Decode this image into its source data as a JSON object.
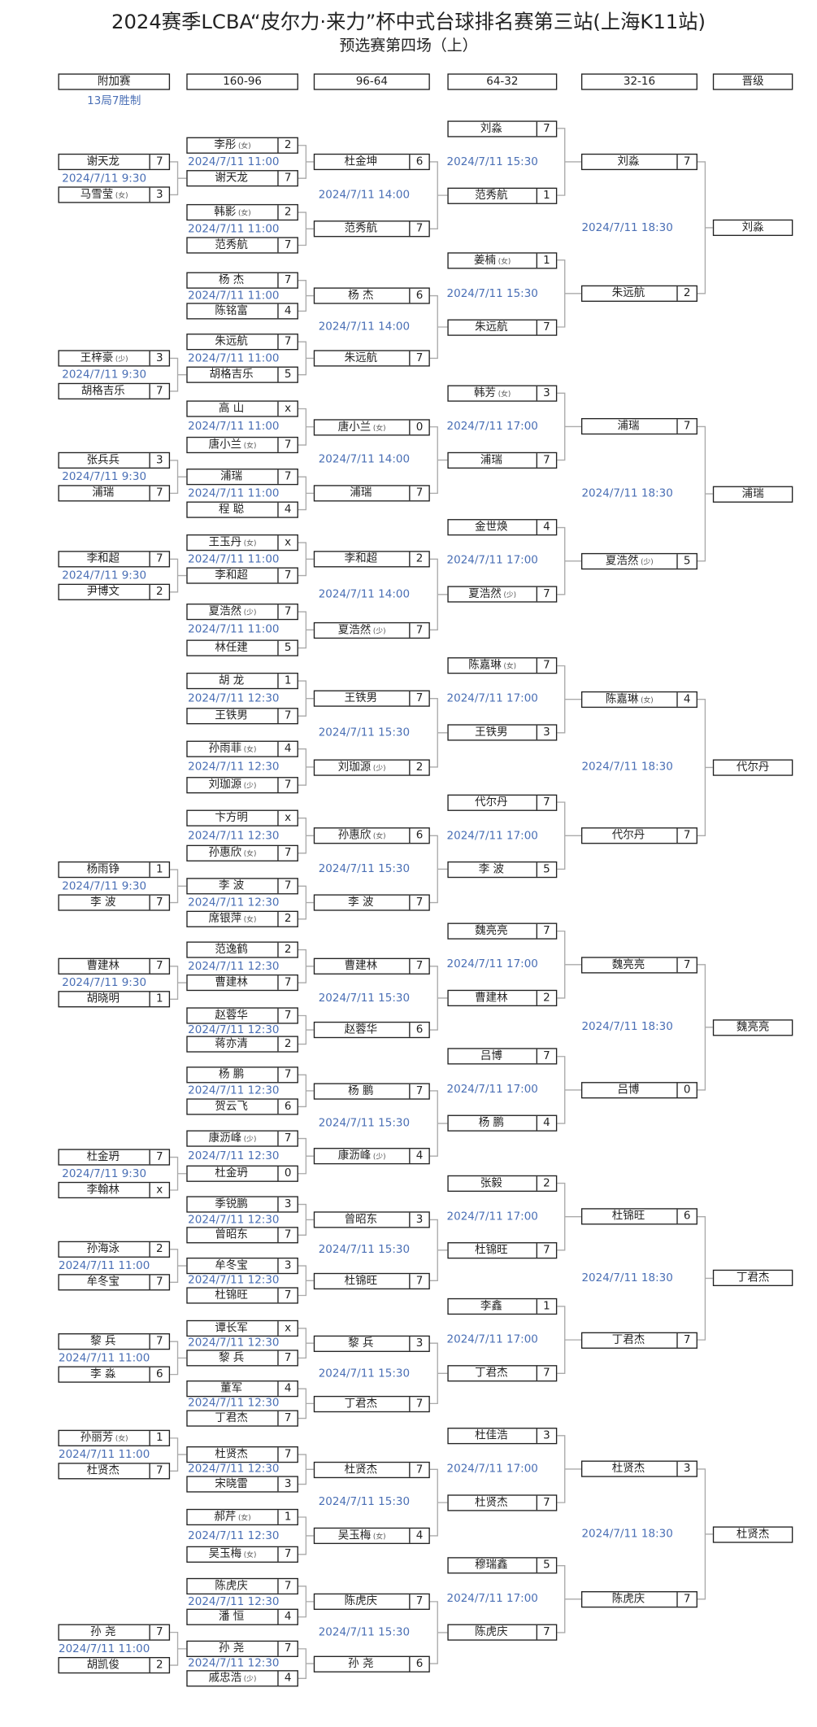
{
  "title": "2024赛季LCBA“皮尔力·来力”杯中式台球排名赛第三站(上海K11站)",
  "subtitle": "预选赛第四场（上）",
  "headers": [
    "附加赛",
    "160-96",
    "96-64",
    "64-32",
    "32-16",
    "晋级"
  ],
  "format_note": "13局7胜制",
  "playoff": [
    {
      "time": "2024/7/11 9:30",
      "p": [
        {
          "name": "谢天龙",
          "score": "7"
        },
        {
          "name": "马雪莹",
          "tag": "(女)",
          "score": "3"
        }
      ]
    },
    {
      "time": "2024/7/11 9:30",
      "p": [
        {
          "name": "王梓豪",
          "tag": "(少)",
          "score": "3"
        },
        {
          "name": "胡格吉乐",
          "score": "7"
        }
      ]
    },
    {
      "time": "2024/7/11 9:30",
      "p": [
        {
          "name": "张兵兵",
          "score": "3"
        },
        {
          "name": "浦瑞",
          "score": "7"
        }
      ]
    },
    {
      "time": "2024/7/11 9:30",
      "p": [
        {
          "name": "李和超",
          "score": "7"
        },
        {
          "name": "尹博文",
          "score": "2"
        }
      ]
    },
    {
      "time": "2024/7/11 9:30",
      "p": [
        {
          "name": "杨雨铮",
          "score": "1"
        },
        {
          "name": "李 波",
          "score": "7"
        }
      ]
    },
    {
      "time": "2024/7/11 9:30",
      "p": [
        {
          "name": "曹建林",
          "score": "7"
        },
        {
          "name": "胡晓明",
          "score": "1"
        }
      ]
    },
    {
      "time": "2024/7/11 9:30",
      "p": [
        {
          "name": "杜金玬",
          "score": "7"
        },
        {
          "name": "李翰林",
          "score": "x"
        }
      ]
    },
    {
      "time": "2024/7/11 11:00",
      "p": [
        {
          "name": "孙海泳",
          "score": "2"
        },
        {
          "name": "牟冬宝",
          "score": "7"
        }
      ]
    },
    {
      "time": "2024/7/11 11:00",
      "p": [
        {
          "name": "黎 兵",
          "score": "7"
        },
        {
          "name": "李 淼",
          "score": "6"
        }
      ]
    },
    {
      "time": "2024/7/11 11:00",
      "p": [
        {
          "name": "孙丽芳",
          "tag": "(女)",
          "score": "1"
        },
        {
          "name": "杜贤杰",
          "score": "7"
        }
      ]
    },
    {
      "time": "2024/7/11 11:00",
      "p": [
        {
          "name": "孙 尧",
          "score": "7"
        },
        {
          "name": "胡凯俊",
          "score": "2"
        }
      ]
    }
  ],
  "r160": [
    {
      "time": "2024/7/11 11:00",
      "p": [
        {
          "name": "李彤",
          "tag": "(女)",
          "score": "2"
        },
        {
          "name": "谢天龙",
          "score": "7"
        }
      ]
    },
    {
      "time": "2024/7/11 11:00",
      "p": [
        {
          "name": "韩影",
          "tag": "(女)",
          "score": "2"
        },
        {
          "name": "范秀航",
          "score": "7"
        }
      ]
    },
    {
      "time": "2024/7/11 11:00",
      "p": [
        {
          "name": "杨 杰",
          "score": "7"
        },
        {
          "name": "陈铭富",
          "score": "4"
        }
      ]
    },
    {
      "time": "2024/7/11 11:00",
      "p": [
        {
          "name": "朱远航",
          "score": "7"
        },
        {
          "name": "胡格吉乐",
          "score": "5"
        }
      ]
    },
    {
      "time": "2024/7/11 11:00",
      "p": [
        {
          "name": "高 山",
          "score": "x"
        },
        {
          "name": "唐小兰",
          "tag": "(女)",
          "score": "7"
        }
      ]
    },
    {
      "time": "2024/7/11 11:00",
      "p": [
        {
          "name": "浦瑞",
          "score": "7"
        },
        {
          "name": "程 聪",
          "score": "4"
        }
      ]
    },
    {
      "time": "2024/7/11 11:00",
      "p": [
        {
          "name": "王玉丹",
          "tag": "(女)",
          "score": "x"
        },
        {
          "name": "李和超",
          "score": "7"
        }
      ]
    },
    {
      "time": "2024/7/11 11:00",
      "p": [
        {
          "name": "夏浩然",
          "tag": "(少)",
          "score": "7"
        },
        {
          "name": "林任建",
          "score": "5"
        }
      ]
    },
    {
      "time": "2024/7/11 12:30",
      "p": [
        {
          "name": "胡 龙",
          "score": "1"
        },
        {
          "name": "王铁男",
          "score": "7"
        }
      ]
    },
    {
      "time": "2024/7/11 12:30",
      "p": [
        {
          "name": "孙雨菲",
          "tag": "(女)",
          "score": "4"
        },
        {
          "name": "刘珈源",
          "tag": "(少)",
          "score": "7"
        }
      ]
    },
    {
      "time": "2024/7/11 12:30",
      "p": [
        {
          "name": "卞方明",
          "score": "x"
        },
        {
          "name": "孙惠欣",
          "tag": "(女)",
          "score": "7"
        }
      ]
    },
    {
      "time": "2024/7/11 12:30",
      "p": [
        {
          "name": "李 波",
          "score": "7"
        },
        {
          "name": "席银萍",
          "tag": "(女)",
          "score": "2"
        }
      ]
    },
    {
      "time": "2024/7/11 12:30",
      "p": [
        {
          "name": "范逸鹤",
          "score": "2"
        },
        {
          "name": "曹建林",
          "score": "7"
        }
      ]
    },
    {
      "time": "2024/7/11 12:30",
      "p": [
        {
          "name": "赵蓉华",
          "score": "7"
        },
        {
          "name": "蒋亦清",
          "score": "2"
        }
      ]
    },
    {
      "time": "2024/7/11 12:30",
      "p": [
        {
          "name": "杨 鹏",
          "score": "7"
        },
        {
          "name": "贺云飞",
          "score": "6"
        }
      ]
    },
    {
      "time": "2024/7/11 12:30",
      "p": [
        {
          "name": "康沥峰",
          "tag": "(少)",
          "score": "7"
        },
        {
          "name": "杜金玬",
          "score": "0"
        }
      ]
    },
    {
      "time": "2024/7/11 12:30",
      "p": [
        {
          "name": "季锐鹏",
          "score": "3"
        },
        {
          "name": "曾昭东",
          "score": "7"
        }
      ]
    },
    {
      "time": "2024/7/11 12:30",
      "p": [
        {
          "name": "牟冬宝",
          "score": "3"
        },
        {
          "name": "杜锦旺",
          "score": "7"
        }
      ]
    },
    {
      "time": "2024/7/11 12:30",
      "p": [
        {
          "name": "谭长军",
          "score": "x"
        },
        {
          "name": "黎 兵",
          "score": "7"
        }
      ]
    },
    {
      "time": "2024/7/11 12:30",
      "p": [
        {
          "name": "董军",
          "score": "4"
        },
        {
          "name": "丁君杰",
          "score": "7"
        }
      ]
    },
    {
      "time": "2024/7/11 12:30",
      "p": [
        {
          "name": "杜贤杰",
          "score": "7"
        },
        {
          "name": "宋晓雷",
          "score": "3"
        }
      ]
    },
    {
      "time": "2024/7/11 12:30",
      "p": [
        {
          "name": "郝芹",
          "tag": "(女)",
          "score": "1"
        },
        {
          "name": "吴玉梅",
          "tag": "(女)",
          "score": "7"
        }
      ]
    },
    {
      "time": "2024/7/11 12:30",
      "p": [
        {
          "name": "陈虎庆",
          "score": "7"
        },
        {
          "name": "潘 恒",
          "score": "4"
        }
      ]
    },
    {
      "time": "2024/7/11 12:30",
      "p": [
        {
          "name": "孙 尧",
          "score": "7"
        },
        {
          "name": "戚忠浩",
          "tag": "(少)",
          "score": "4"
        }
      ]
    }
  ],
  "r96": [
    {
      "time": "2024/7/11 14:00",
      "p": [
        {
          "name": "杜金坤",
          "score": "6"
        },
        {
          "name": "范秀航",
          "score": "7"
        }
      ]
    },
    {
      "time": "2024/7/11 14:00",
      "p": [
        {
          "name": "杨 杰",
          "score": "6"
        },
        {
          "name": "朱远航",
          "score": "7"
        }
      ]
    },
    {
      "time": "2024/7/11 14:00",
      "p": [
        {
          "name": "唐小兰",
          "tag": "(女)",
          "score": "0"
        },
        {
          "name": "浦瑞",
          "score": "7"
        }
      ]
    },
    {
      "time": "2024/7/11 14:00",
      "p": [
        {
          "name": "李和超",
          "score": "2"
        },
        {
          "name": "夏浩然",
          "tag": "(少)",
          "score": "7"
        }
      ]
    },
    {
      "time": "2024/7/11 15:30",
      "p": [
        {
          "name": "王铁男",
          "score": "7"
        },
        {
          "name": "刘珈源",
          "tag": "(少)",
          "score": "2"
        }
      ]
    },
    {
      "time": "2024/7/11 15:30",
      "p": [
        {
          "name": "孙惠欣",
          "tag": "(女)",
          "score": "6"
        },
        {
          "name": "李 波",
          "score": "7"
        }
      ]
    },
    {
      "time": "2024/7/11 15:30",
      "p": [
        {
          "name": "曹建林",
          "score": "7"
        },
        {
          "name": "赵蓉华",
          "score": "6"
        }
      ]
    },
    {
      "time": "2024/7/11 15:30",
      "p": [
        {
          "name": "杨 鹏",
          "score": "7"
        },
        {
          "name": "康沥峰",
          "tag": "(少)",
          "score": "4"
        }
      ]
    },
    {
      "time": "2024/7/11 15:30",
      "p": [
        {
          "name": "曾昭东",
          "score": "3"
        },
        {
          "name": "杜锦旺",
          "score": "7"
        }
      ]
    },
    {
      "time": "2024/7/11 15:30",
      "p": [
        {
          "name": "黎 兵",
          "score": "3"
        },
        {
          "name": "丁君杰",
          "score": "7"
        }
      ]
    },
    {
      "time": "2024/7/11 15:30",
      "p": [
        {
          "name": "杜贤杰",
          "score": "7"
        },
        {
          "name": "吴玉梅",
          "tag": "(女)",
          "score": "4"
        }
      ]
    },
    {
      "time": "2024/7/11 15:30",
      "p": [
        {
          "name": "陈虎庆",
          "score": "7"
        },
        {
          "name": "孙 尧",
          "score": "6"
        }
      ]
    }
  ],
  "r64": [
    {
      "time": "2024/7/11 15:30",
      "p": [
        {
          "name": "刘淼",
          "score": "7"
        },
        {
          "name": "范秀航",
          "score": "1"
        }
      ]
    },
    {
      "time": "2024/7/11 15:30",
      "p": [
        {
          "name": "姜楠",
          "tag": "(女)",
          "score": "1"
        },
        {
          "name": "朱远航",
          "score": "7"
        }
      ]
    },
    {
      "time": "2024/7/11 17:00",
      "p": [
        {
          "name": "韩芳",
          "tag": "(女)",
          "score": "3"
        },
        {
          "name": "浦瑞",
          "score": "7"
        }
      ]
    },
    {
      "time": "2024/7/11 17:00",
      "p": [
        {
          "name": "金世焕",
          "score": "4"
        },
        {
          "name": "夏浩然",
          "tag": "(少)",
          "score": "7"
        }
      ]
    },
    {
      "time": "2024/7/11 17:00",
      "p": [
        {
          "name": "陈嘉琳",
          "tag": "(女)",
          "score": "7"
        },
        {
          "name": "王铁男",
          "score": "3"
        }
      ]
    },
    {
      "time": "2024/7/11 17:00",
      "p": [
        {
          "name": "代尔丹",
          "score": "7"
        },
        {
          "name": "李 波",
          "score": "5"
        }
      ]
    },
    {
      "time": "2024/7/11 17:00",
      "p": [
        {
          "name": "魏亮亮",
          "score": "7"
        },
        {
          "name": "曹建林",
          "score": "2"
        }
      ]
    },
    {
      "time": "2024/7/11 17:00",
      "p": [
        {
          "name": "吕博",
          "score": "7"
        },
        {
          "name": "杨 鹏",
          "score": "4"
        }
      ]
    },
    {
      "time": "2024/7/11 17:00",
      "p": [
        {
          "name": "张毅",
          "score": "2"
        },
        {
          "name": "杜锦旺",
          "score": "7"
        }
      ]
    },
    {
      "time": "2024/7/11 17:00",
      "p": [
        {
          "name": "李鑫",
          "score": "1"
        },
        {
          "name": "丁君杰",
          "score": "7"
        }
      ]
    },
    {
      "time": "2024/7/11 17:00",
      "p": [
        {
          "name": "杜佳浩",
          "score": "3"
        },
        {
          "name": "杜贤杰",
          "score": "7"
        }
      ]
    },
    {
      "time": "2024/7/11 17:00",
      "p": [
        {
          "name": "穆瑞鑫",
          "score": "5"
        },
        {
          "name": "陈虎庆",
          "score": "7"
        }
      ]
    }
  ],
  "r32": [
    {
      "time": "2024/7/11 18:30",
      "p": [
        {
          "name": "刘淼",
          "score": "7"
        },
        {
          "name": "朱远航",
          "score": "2"
        }
      ]
    },
    {
      "time": "2024/7/11 18:30",
      "p": [
        {
          "name": "浦瑞",
          "score": "7"
        },
        {
          "name": "夏浩然",
          "tag": "(少)",
          "score": "5"
        }
      ]
    },
    {
      "time": "2024/7/11 18:30",
      "p": [
        {
          "name": "陈嘉琳",
          "tag": "(女)",
          "score": "4"
        },
        {
          "name": "代尔丹",
          "score": "7"
        }
      ]
    },
    {
      "time": "2024/7/11 18:30",
      "p": [
        {
          "name": "魏亮亮",
          "score": "7"
        },
        {
          "name": "吕博",
          "score": "0"
        }
      ]
    },
    {
      "time": "2024/7/11 18:30",
      "p": [
        {
          "name": "杜锦旺",
          "score": "6"
        },
        {
          "name": "丁君杰",
          "score": "7"
        }
      ]
    },
    {
      "time": "2024/7/11 18:30",
      "p": [
        {
          "name": "杜贤杰",
          "score": "3"
        },
        {
          "name": "陈虎庆",
          "score": "7"
        }
      ]
    }
  ],
  "advance": [
    "刘淼",
    "浦瑞",
    "代尔丹",
    "魏亮亮",
    "丁君杰",
    "杜贤杰"
  ]
}
